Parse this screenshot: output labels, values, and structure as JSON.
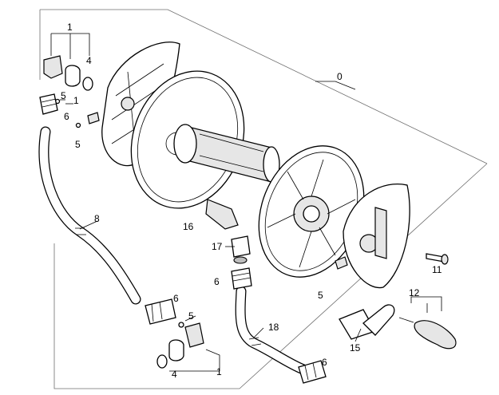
{
  "diagram": {
    "callouts": [
      {
        "id": "c0",
        "text": "0"
      },
      {
        "id": "c1a",
        "text": "1"
      },
      {
        "id": "c4a",
        "text": "4"
      },
      {
        "id": "c5a",
        "text": "5"
      },
      {
        "id": "c1b",
        "text": "1"
      },
      {
        "id": "c6a",
        "text": "6"
      },
      {
        "id": "c5b",
        "text": "5"
      },
      {
        "id": "c8",
        "text": "8"
      },
      {
        "id": "c16",
        "text": "16"
      },
      {
        "id": "c17",
        "text": "17"
      },
      {
        "id": "c6b",
        "text": "6"
      },
      {
        "id": "c11",
        "text": "11"
      },
      {
        "id": "c5c",
        "text": "5"
      },
      {
        "id": "c12",
        "text": "12"
      },
      {
        "id": "c6c",
        "text": "6"
      },
      {
        "id": "c5d",
        "text": "5"
      },
      {
        "id": "c18",
        "text": "18"
      },
      {
        "id": "c15",
        "text": "15"
      },
      {
        "id": "c4b",
        "text": "4"
      },
      {
        "id": "c1c",
        "text": "1"
      },
      {
        "id": "c6d",
        "text": "6"
      }
    ]
  }
}
